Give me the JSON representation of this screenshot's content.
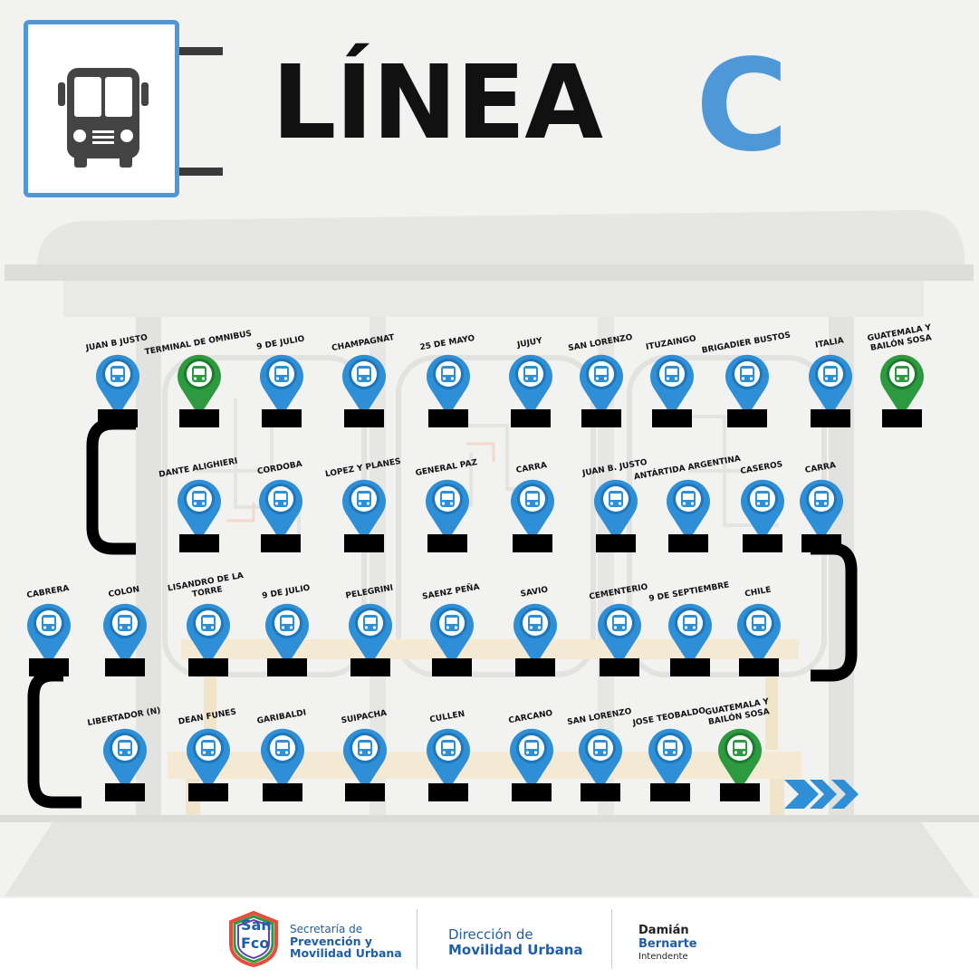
{
  "title": {
    "text": "LÍNEA",
    "letter": "C"
  },
  "colors": {
    "accent": "#4f98d8",
    "pin_blue": "#2f8fd6",
    "pin_green": "#2e9a3f",
    "bar": "#000000"
  },
  "rows": [
    {
      "stops": [
        {
          "name": "JUAN B JUSTO",
          "type": "blue"
        },
        {
          "name": "TERMINAL DE OMNIBUS",
          "type": "green"
        },
        {
          "name": "9 DE JULIO",
          "type": "blue"
        },
        {
          "name": "CHAMPAGNAT",
          "type": "blue"
        },
        {
          "name": "25 DE MAYO",
          "type": "blue"
        },
        {
          "name": "JUJUY",
          "type": "blue"
        },
        {
          "name": "SAN LORENZO",
          "type": "blue"
        },
        {
          "name": "ITUZAINGO",
          "type": "blue"
        },
        {
          "name": "BRIGADIER BUSTOS",
          "type": "blue"
        },
        {
          "name": "ITALIA",
          "type": "blue"
        },
        {
          "name": "GUATEMALA Y\nBAILÓN SOSA",
          "type": "green"
        }
      ]
    },
    {
      "stops": [
        {
          "name": "DANTE ALIGHIERI",
          "type": "blue"
        },
        {
          "name": "CORDOBA",
          "type": "blue"
        },
        {
          "name": "LOPEZ Y PLANES",
          "type": "blue"
        },
        {
          "name": "GENERAL PAZ",
          "type": "blue"
        },
        {
          "name": "CARRA",
          "type": "blue"
        },
        {
          "name": "JUAN B. JUSTO",
          "type": "blue"
        },
        {
          "name": "ANTÁRTIDA ARGENTINA",
          "type": "blue"
        },
        {
          "name": "CASEROS",
          "type": "blue"
        },
        {
          "name": "CARRA",
          "type": "blue"
        }
      ]
    },
    {
      "stops": [
        {
          "name": "CABRERA",
          "type": "blue"
        },
        {
          "name": "COLON",
          "type": "blue"
        },
        {
          "name": "LISANDRO DE LA TORRE",
          "type": "blue"
        },
        {
          "name": "9 DE JULIO",
          "type": "blue"
        },
        {
          "name": "PELEGRINI",
          "type": "blue"
        },
        {
          "name": "SAENZ PEÑA",
          "type": "blue"
        },
        {
          "name": "SAVIO",
          "type": "blue"
        },
        {
          "name": "CEMENTERIO",
          "type": "blue"
        },
        {
          "name": "9 DE SEPTIEMBRE",
          "type": "blue"
        },
        {
          "name": "CHILE",
          "type": "blue"
        }
      ]
    },
    {
      "stops": [
        {
          "name": "LIBERTADOR (N)",
          "type": "blue"
        },
        {
          "name": "DEAN FUNES",
          "type": "blue"
        },
        {
          "name": "GARIBALDI",
          "type": "blue"
        },
        {
          "name": "SUIPACHA",
          "type": "blue"
        },
        {
          "name": "CULLEN",
          "type": "blue"
        },
        {
          "name": "CARCANO",
          "type": "blue"
        },
        {
          "name": "SAN LORENZO",
          "type": "blue"
        },
        {
          "name": "JOSE TEOBALDO",
          "type": "blue"
        },
        {
          "name": "GUATEMALA Y\nBAILÓN SOSA",
          "type": "green"
        }
      ]
    }
  ],
  "footer": {
    "sanfco_line1": "San",
    "sanfco_line2": "Fco",
    "secretaria_line1": "Secretaría de",
    "secretaria_line2": "Prevención y",
    "secretaria_line3": "Movilidad Urbana",
    "direccion_line1": "Dirección de",
    "direccion_line2": "Movilidad Urbana",
    "person_first": "Damián",
    "person_last": "Bernarte",
    "person_role": "Intendente"
  }
}
